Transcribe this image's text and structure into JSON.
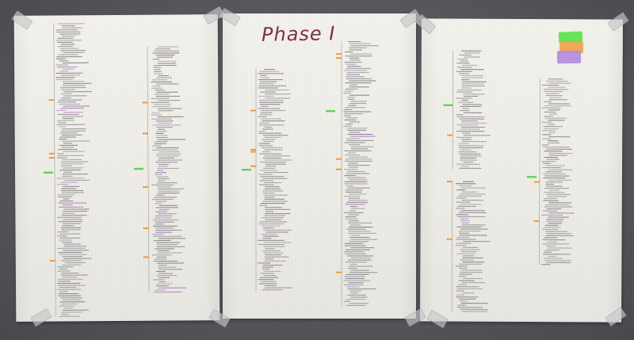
{
  "photo": {
    "title_text": "Phase I",
    "title_color": "#7a2f48",
    "wall_color": "#57585c",
    "paper_color": "#f1efe9",
    "text_color": "#7d7e82",
    "branch_colors": {
      "root": "#5fd35a",
      "main": "#f39a3c",
      "sub": "#a76ad6"
    },
    "sticky_notes": [
      {
        "color": "#5ee04e"
      },
      {
        "color": "#f2a24a"
      },
      {
        "color": "#b48ce0"
      }
    ],
    "sheets": [
      {
        "name": "left-sheet"
      },
      {
        "name": "middle-sheet"
      },
      {
        "name": "right-sheet"
      }
    ]
  }
}
